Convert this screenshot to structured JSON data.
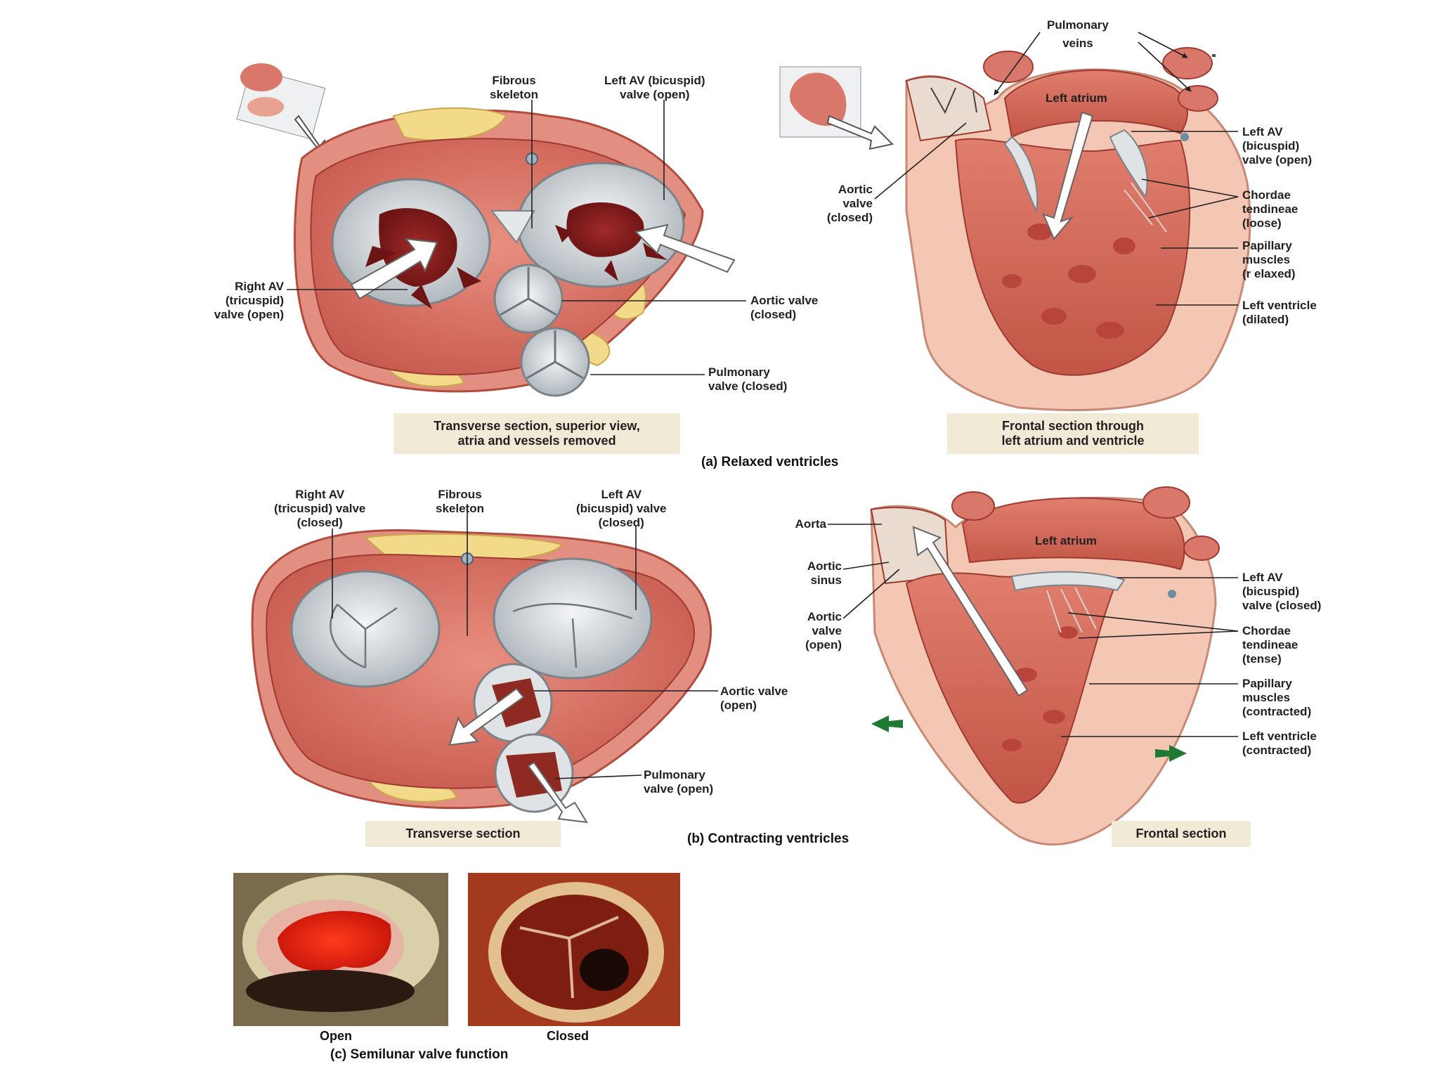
{
  "panel_a": {
    "caption": "(a) Relaxed ventricles",
    "transverse_caption": [
      "Transverse section, superior view,",
      "atria and vessels removed"
    ],
    "frontal_caption": [
      "Frontal section through",
      "left atrium and ventricle"
    ],
    "transverse_labels": {
      "fibrous_skeleton": [
        "Fibrous",
        "skeleton"
      ],
      "left_av": [
        "Left AV (bicuspid)",
        "valve (open)"
      ],
      "right_av": [
        "Right AV",
        "(tricuspid)",
        "valve (open)"
      ],
      "aortic_valve": [
        "Aortic valve",
        "(closed)"
      ],
      "pulmonary_valve": [
        "Pulmonary",
        "valve (closed)"
      ]
    },
    "frontal_labels": {
      "pulmonary_veins": [
        "Pulmonary",
        "veins"
      ],
      "left_atrium": "Left atrium",
      "aortic_valve": [
        "Aortic",
        "valve",
        "(closed)"
      ],
      "left_av": [
        "Left AV",
        "(bicuspid)",
        "valve (open)"
      ],
      "chordae": [
        "Chordae",
        "tendineae",
        "(loose)"
      ],
      "papillary": [
        "Papillary",
        "muscles",
        "(r elaxed)"
      ],
      "left_ventricle": [
        "Left ventricle",
        "(dilated)"
      ]
    }
  },
  "panel_b": {
    "caption": "(b) Contracting ventricles",
    "transverse_caption": "Transverse section",
    "frontal_caption": "Frontal section",
    "transverse_labels": {
      "right_av": [
        "Right AV",
        "(tricuspid) valve",
        "(closed)"
      ],
      "fibrous_skeleton": [
        "Fibrous",
        "skeleton"
      ],
      "left_av": [
        "Left AV",
        "(bicuspid) valve",
        "(closed)"
      ],
      "aortic_valve": [
        "Aortic valve",
        "(open)"
      ],
      "pulmonary_valve": [
        "Pulmonary",
        "valve (open)"
      ]
    },
    "frontal_labels": {
      "aorta": "Aorta",
      "aortic_sinus": [
        "Aortic",
        "sinus"
      ],
      "aortic_valve": [
        "Aortic",
        "valve",
        "(open)"
      ],
      "left_atrium": "Left atrium",
      "left_av": [
        "Left AV",
        "(bicuspid)",
        "valve (closed)"
      ],
      "chordae": [
        "Chordae",
        "tendineae",
        "(tense)"
      ],
      "papillary": [
        "Papillary",
        "muscles",
        "(contracted)"
      ],
      "left_ventricle": [
        "Left ventricle",
        "(contracted)"
      ]
    }
  },
  "panel_c": {
    "caption": "(c) Semilunar valve function",
    "open_label": "Open",
    "closed_label": "Closed"
  },
  "colors": {
    "muscle": "#d9786a",
    "muscle_dark": "#b8453c",
    "fat": "#f3d98a",
    "valve": "#dfe3e6",
    "endocardium": "#f2c3b2",
    "arrow_green": "#1e7a33"
  }
}
